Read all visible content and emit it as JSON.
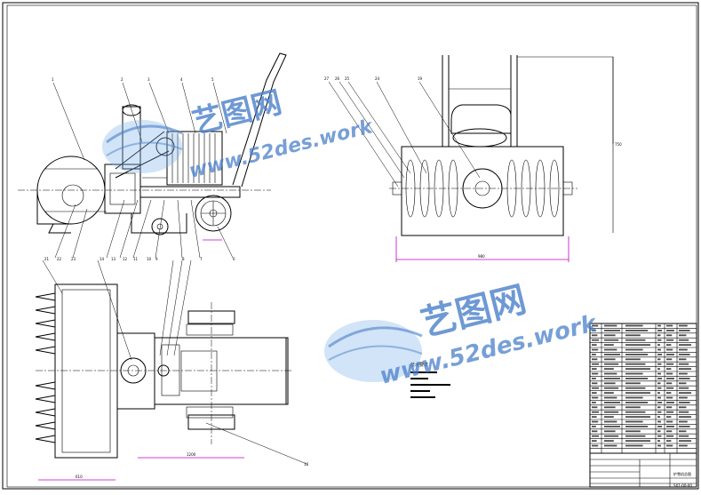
{
  "watermark": {
    "cn": "艺图网",
    "url": "www.52des.work",
    "color": "#4a7fc9"
  },
  "title_block": {
    "name_cell": "铲雪机总图",
    "drawing_no": "SX1-00-00"
  },
  "tech_notes": {
    "heading": "技术要求"
  },
  "colors": {
    "line": "#000000",
    "dimension": "#c000c0"
  }
}
